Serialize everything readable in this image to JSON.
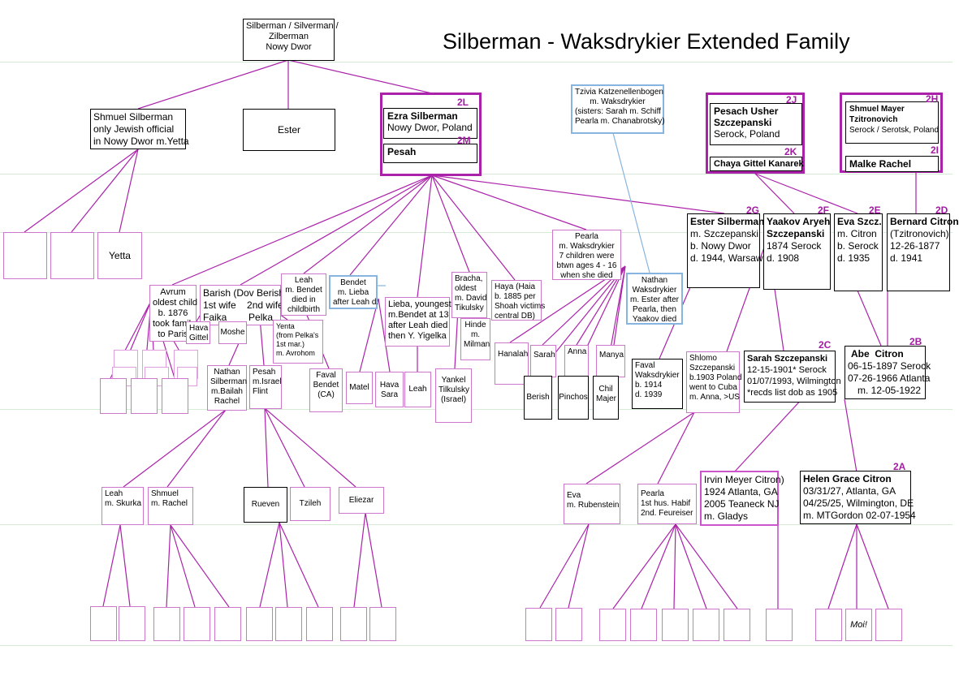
{
  "title": "Silberman - Waksdrykier Extended Family",
  "tags": {
    "t2L": "2L",
    "t2M": "2M",
    "t2J": "2J",
    "t2K": "2K",
    "t2H": "2H",
    "t2I": "2I",
    "t2G": "2G",
    "t2F": "2F",
    "t2E": "2E",
    "t2D": "2D",
    "t2C": "2C",
    "t2B": "2B",
    "t2A": "2A"
  },
  "root": [
    "Silberman / Silverman /",
    "Zilberman",
    "Nowy Dwor"
  ],
  "shmuel": [
    "Shmuel Silberman",
    "only Jewish official",
    "in Nowy Dwor m.Yetta"
  ],
  "ester_top": "Ester",
  "ezra": {
    "name": "Ezra Silberman",
    "place": "Nowy Dwor, Poland",
    "wife": "Pesah"
  },
  "tzivia": [
    "Tzivia Katzenellenbogen",
    "m. Waksdrykier",
    "(sisters: Sarah m. Schiff",
    "Pearla m. Chanabrotsky)"
  ],
  "pesach": {
    "name1": "Pesach Usher",
    "name2": "Szczepanski",
    "place": "Serock, Poland",
    "wife": "Chaya Gittel Kanarek"
  },
  "shmuel_mayer": {
    "name1": "Shmuel Mayer",
    "name2": "Tzitronovich",
    "place": "Serock / Serotsk, Poland",
    "wife": "Malke Rachel"
  },
  "yetta": "Yetta",
  "avrum": [
    "Avrum",
    "oldest child",
    "b. 1876",
    "took family",
    "to Paris"
  ],
  "barish": [
    "Barish (Dov Berish)",
    "1st wife    2nd wife",
    "Faika        Pelka"
  ],
  "leah_bendet": [
    "Leah",
    "m. Bendet",
    "died in",
    "childbirth"
  ],
  "bendet": [
    "Bendet",
    "m. Lieba",
    "after Leah d."
  ],
  "lieba": [
    "Lieba, youngest",
    "m.Bendet at 13",
    "after Leah died",
    "then Y. Yigelka"
  ],
  "bracha": [
    "Bracha,",
    "oldest",
    "m. David",
    "Tikulsky"
  ],
  "haya": [
    "Haya (Haia",
    "b. 1885 per",
    "Shoah victims",
    "central DB)"
  ],
  "pearla_w": [
    "Pearla",
    "m. Waksdrykier",
    "7 children were",
    "btwn ages 4 - 16",
    "when she died"
  ],
  "nathan_w": [
    "Nathan",
    "Waksdrykier",
    "m. Ester after",
    "Pearla, then",
    "Yaakov died"
  ],
  "ester_s": {
    "name": "Ester Silberman",
    "l1": "m. Szczepanski",
    "l2": "b. Nowy Dwor",
    "l3": "d. 1944, Warsaw"
  },
  "yaakov": {
    "n1": "Yaakov Aryeh",
    "n2": "Szczepanski",
    "l1": "1874 Serock",
    "l2": "d. 1908"
  },
  "eva_szcz": {
    "name": "Eva Szcz.",
    "l1": "m. Citron",
    "l2": "b. Serock",
    "l3": "d. 1935"
  },
  "bernard": {
    "name": "Bernard Citron",
    "l1": "(Tzitronovich)",
    "l2": "12-26-1877",
    "l3": "d. 1941"
  },
  "hava_gittel": [
    "Hava",
    "Gittel"
  ],
  "moshe": "Moshe",
  "yenta": [
    "Yenta",
    "(from Pelka's",
    "1st mar.)",
    "m. Avrohom"
  ],
  "hinde": [
    "Hinde",
    "m.",
    "Milman"
  ],
  "nathan_s": [
    "Nathan",
    "Silberman",
    "m.Bailah",
    "Rachel"
  ],
  "pesah_flint": [
    "Pesah",
    "m.Israel",
    "Flint"
  ],
  "faval_bendet": [
    "Faval",
    "Bendet",
    "(CA)"
  ],
  "matel": "Matel",
  "hava_sara": [
    "Hava",
    "Sara"
  ],
  "leah_small": "Leah",
  "yankel": [
    "Yankel",
    "Tilkulsky",
    "(Israel)"
  ],
  "hanalah": "Hanalah",
  "sarah_small": "Sarah",
  "anna": "Anna",
  "manya": "Manya",
  "berish": "Berish",
  "pinchos": "Pinchos",
  "chil": [
    "Chil",
    "Majer"
  ],
  "faval_w": [
    "Faval",
    "Waksdrykier",
    "b. 1914",
    "d. 1939"
  ],
  "shlomo": [
    "Shlomo",
    "Szczepanski",
    "b.1903 Poland",
    "went to Cuba",
    "m. Anna, >US"
  ],
  "sarah_s": {
    "name": "Sarah Szczepanski",
    "l1": "12-15-1901* Serock",
    "l2": "01/07/1993, Wilmington",
    "l3": "*recds list dob as 1905"
  },
  "abe": {
    "name": "Abe  Citron",
    "l1": "06-15-1897 Serock",
    "l2": "07-26-1966 Atlanta",
    "l3": "m. 12-05-1922"
  },
  "leah_skurka": [
    "Leah",
    "m. Skurka"
  ],
  "shmuel_rachel": [
    "Shmuel",
    "m. Rachel"
  ],
  "rueven": "Rueven",
  "tzileh": "Tzileh",
  "eliezar": "Eliezar",
  "eva_rub": [
    "Eva",
    "m. Rubenstein"
  ],
  "pearla_h": [
    "Pearla",
    "1st hus. Habif",
    "2nd. Feureiser"
  ],
  "irvin": [
    "Irvin Meyer Citron)",
    "1924 Atlanta, GA",
    "2005 Teaneck NJ",
    "m. Gladys"
  ],
  "helen": {
    "name": "Helen Grace Citron",
    "l1": "03/31/27, Atlanta, GA",
    "l2": "04/25/25, Wilmington, DE",
    "l3": "m. MTGordon 02-07-1954"
  },
  "moi": "Moi!",
  "colors": {
    "line": "#aa22aa",
    "tag": "#a31ba3",
    "blue": "#88b4e0",
    "grid": "#d6ebd6"
  }
}
